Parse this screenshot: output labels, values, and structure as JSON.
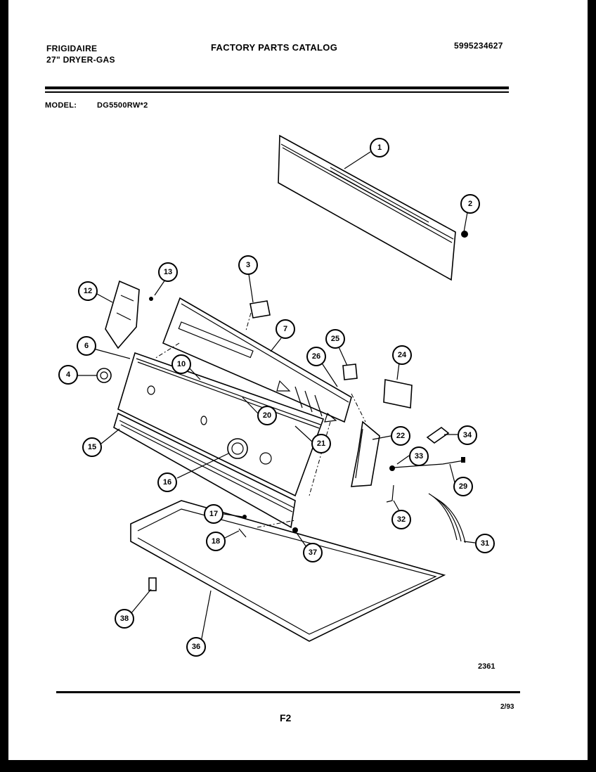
{
  "header": {
    "brand": "FRIGIDAIRE",
    "product": "27\" DRYER-GAS",
    "catalog_title": "FACTORY PARTS CATALOG",
    "catalog_number": "5995234627",
    "model_label": "MODEL:",
    "model_value": "DG5500RW*2"
  },
  "callouts": [
    "1",
    "2",
    "3",
    "4",
    "6",
    "7",
    "10",
    "12",
    "13",
    "15",
    "16",
    "17",
    "18",
    "20",
    "21",
    "22",
    "24",
    "25",
    "26",
    "29",
    "31",
    "32",
    "33",
    "34",
    "36",
    "37",
    "38"
  ],
  "footer": {
    "diagram_code": "2361",
    "page_label": "F2",
    "date": "2/93"
  }
}
